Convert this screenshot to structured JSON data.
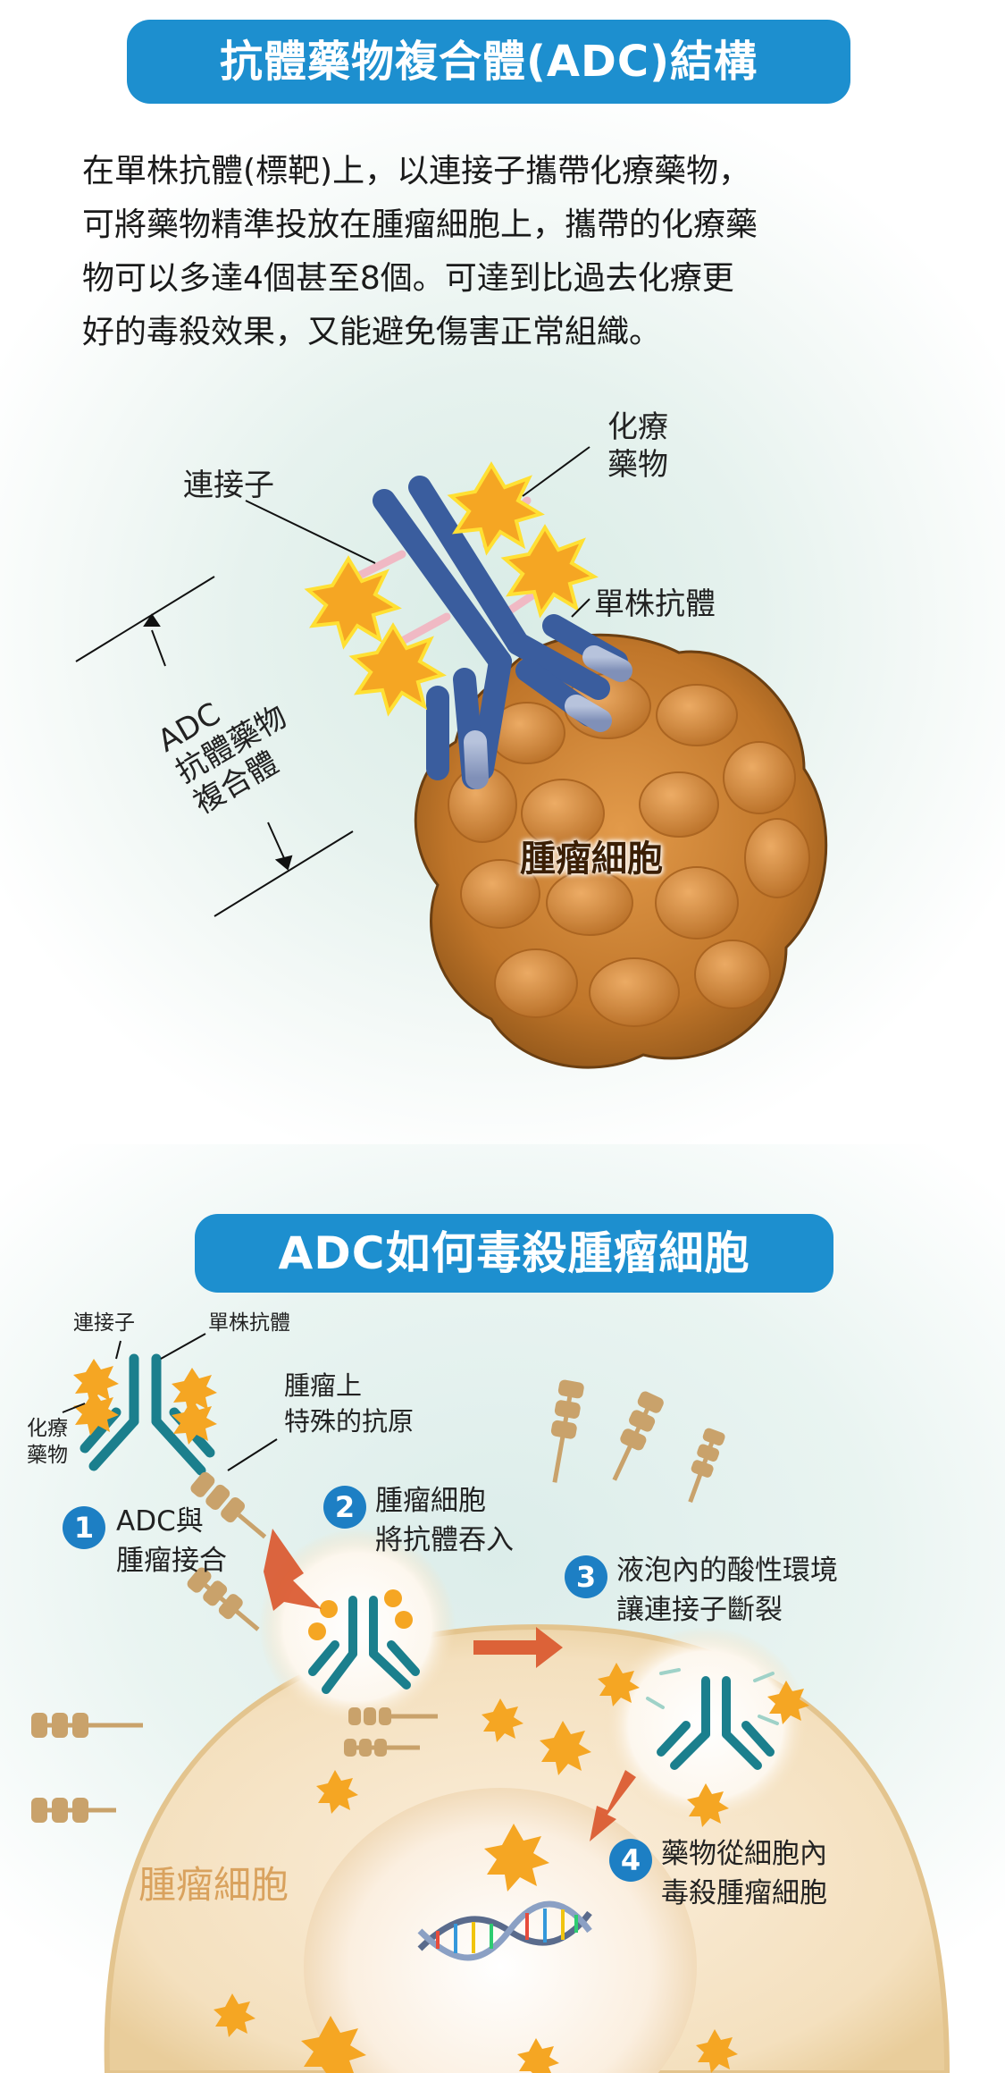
{
  "colors": {
    "accent": "#1d8fcf",
    "antibody": "#3a5d9e",
    "antibody_teal": "#1b7f8d",
    "drug": "#f5a623",
    "tumor": "#c27b2c",
    "cell_body": "#f4e2c3",
    "antigen": "#c9a26b",
    "arrow": "#d9542a"
  },
  "top": {
    "title": "抗體藥物複合體(ADC)結構",
    "intro": [
      "在單株抗體(標靶)上，以連接子攜帶化療藥物，",
      "可將藥物精準投放在腫瘤細胞上，攜帶的化療藥",
      "物可以多達4個甚至8個。可達到比過去化療更",
      "好的毒殺效果，又能避免傷害正常組織。"
    ],
    "labels": {
      "linker": "連接子",
      "chemo_line1": "化療",
      "chemo_line2": "藥物",
      "antibody": "單株抗體",
      "adc_line1": "ADC",
      "adc_line2": "抗體藥物",
      "adc_line3": "複合體",
      "tumor": "腫瘤細胞"
    }
  },
  "bottom": {
    "title": "ADC如何毒殺腫瘤細胞",
    "labels": {
      "linker": "連接子",
      "antibody": "單株抗體",
      "chemo_line1": "化療",
      "chemo_line2": "藥物",
      "antigen_line1": "腫瘤上",
      "antigen_line2": "特殊的抗原",
      "tumor_cell": "腫瘤細胞"
    },
    "steps": [
      {
        "num": "1",
        "line1": "ADC與",
        "line2": "腫瘤接合"
      },
      {
        "num": "2",
        "line1": "腫瘤細胞",
        "line2": "將抗體吞入"
      },
      {
        "num": "3",
        "line1": "液泡內的酸性環境",
        "line2": "讓連接子斷裂"
      },
      {
        "num": "4",
        "line1": "藥物從細胞內",
        "line2": "毒殺腫瘤細胞"
      }
    ]
  }
}
